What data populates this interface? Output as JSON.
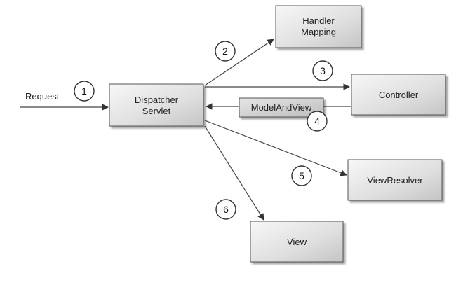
{
  "request_label": "Request",
  "nodes": {
    "dispatcher": {
      "lines": [
        "Dispatcher",
        "Servlet"
      ]
    },
    "handler": {
      "lines": [
        "Handler",
        "Mapping"
      ]
    },
    "controller": {
      "lines": [
        "Controller"
      ]
    },
    "modelandview": {
      "lines": [
        "ModelAndView"
      ]
    },
    "viewresolver": {
      "lines": [
        "ViewResolver"
      ]
    },
    "view": {
      "lines": [
        "View"
      ]
    }
  },
  "steps": [
    "1",
    "2",
    "3",
    "4",
    "5",
    "6"
  ]
}
